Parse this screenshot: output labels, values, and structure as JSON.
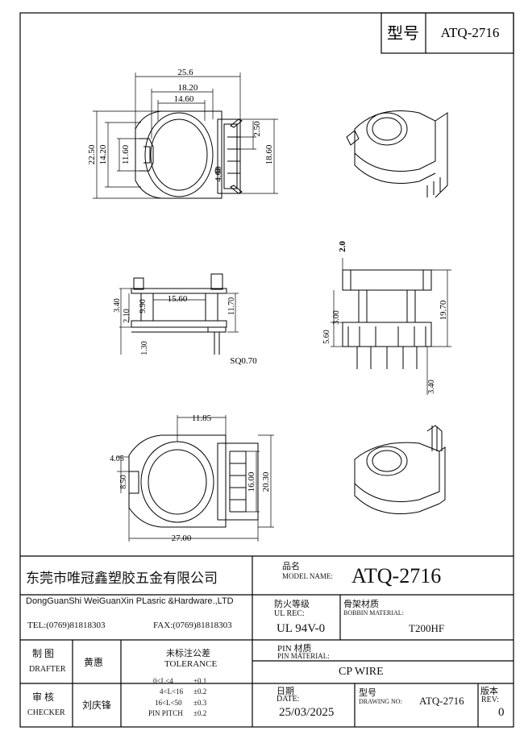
{
  "header": {
    "model_label": "型号",
    "model_value": "ATQ-2716"
  },
  "dimensions": {
    "top_view": {
      "width_outer": "25.6",
      "width_mid": "18.20",
      "width_inner": "14.60",
      "height_outer": "22.50",
      "height_mid": "14.20",
      "height_inner": "11.60",
      "pin_pitch": "2.50",
      "right_span": "18.60",
      "pin_offset": "4.00"
    },
    "side_view": {
      "core": "15.60",
      "h1": "3.40",
      "h2": "2.10",
      "h3": "9.90",
      "h4": "11.70",
      "pin_len": "1.30",
      "pin_size": "SQ0.70"
    },
    "front_view": {
      "top": "2.0",
      "total": "19.70",
      "h1": "3.00",
      "h2": "5.60",
      "pin": "3.40"
    },
    "bottom_view": {
      "center": "11.85",
      "left": "4.05",
      "left2": "8.50",
      "pin_span": "16.00",
      "height": "20.30",
      "width": "27.00"
    }
  },
  "title_block": {
    "company_cn": "东莞市唯冠鑫塑胶五金有限公司",
    "company_en": "DongGuanShi WeiGuanXin PLasric &Hardware.,LTD",
    "tel": "TEL:(0769)81818303",
    "fax": "FAX:(0769)81818303",
    "model_name_cn": "品名",
    "model_name_en": "MODEL NAME:",
    "model_name_value": "ATQ-2716",
    "ul_cn": "防火等级",
    "ul_en": "UL REC:",
    "ul_value": "UL 94V-0",
    "bobbin_cn": "骨架材质",
    "bobbin_en": "BOBBIN MATERIAL:",
    "bobbin_value": "T200HF",
    "drafter_cn": "制  图",
    "drafter_en": "DRAFTER",
    "drafter_name": "黄惠",
    "tolerance_cn": "未标注公差",
    "tolerance_en": "TOLERANCE",
    "pin_material_cn": "PIN 材质",
    "pin_material_en": "PIN MATERIAL:",
    "pin_material_value": "CP WIRE",
    "checker_cn": "审  核",
    "checker_en": "CHECKER",
    "checker_name": "刘庆锋",
    "tol_rows": [
      {
        "range": "0<L<4",
        "value": "±0.1"
      },
      {
        "range": "4<L<16",
        "value": "±0.2"
      },
      {
        "range": "16<L<50",
        "value": "±0.3"
      },
      {
        "range": "PIN PITCH",
        "value": "±0.2"
      }
    ],
    "date_cn": "日期",
    "date_en": "DATE:",
    "date_value": "25/03/2025",
    "drawing_cn": "型号",
    "drawing_en": "DRAWING NO:",
    "drawing_value": "ATQ-2716",
    "rev_cn": "版本",
    "rev_en": "REV:",
    "rev_value": "0"
  }
}
